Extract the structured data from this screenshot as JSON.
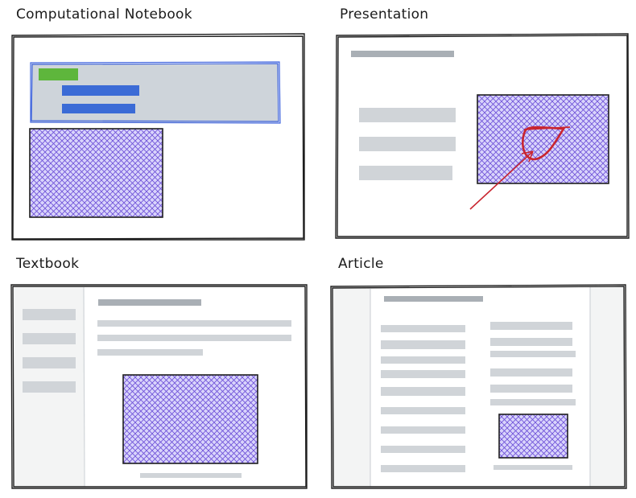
{
  "panels": {
    "notebook": {
      "title": "Computational Notebook"
    },
    "presentation": {
      "title": "Presentation"
    },
    "textbook": {
      "title": "Textbook"
    },
    "article": {
      "title": "Article"
    }
  },
  "colors": {
    "frame": "#1e1e1e",
    "placeholder_text": "#d0d4d8",
    "heading_bar": "#a9afb5",
    "figure_fill": "#d9d4fb",
    "figure_hatch": "#6c4fd8",
    "code_cell_fill": "#ced4da",
    "code_cell_border": "#3e63dd",
    "code_green": "#5eb63c",
    "code_blue": "#3b6bd6",
    "annotation_red": "#c9252f",
    "sidebar_fill": "#f3f4f4"
  }
}
